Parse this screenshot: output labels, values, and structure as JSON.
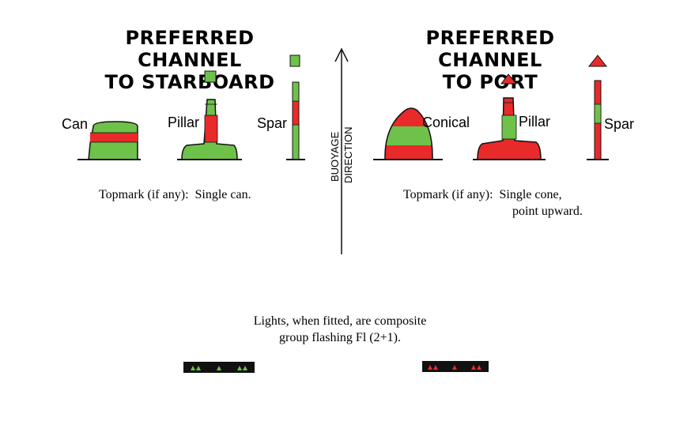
{
  "left_panel": {
    "title_line1": "PREFERRED CHANNEL",
    "title_line2": "TO STARBOARD",
    "label_can": "Can",
    "label_pillar": "Pillar",
    "label_spar": "Spar",
    "topmark": "Topmark (if any):  Single can."
  },
  "right_panel": {
    "title_line1": "PREFERRED CHANNEL",
    "title_line2": "TO PORT",
    "label_conical": "Conical",
    "label_pillar": "Pillar",
    "label_spar": "Spar",
    "topmark_line1": "Topmark (if any):  Single cone,",
    "topmark_line2": "point upward."
  },
  "axis": {
    "line1": "BUOYAGE",
    "line2": "DIRECTION"
  },
  "lights": {
    "line1": "Lights, when fitted, are composite",
    "line2": "group flashing Fl (2+1)."
  },
  "colors": {
    "green": "#6ec24a",
    "red": "#e82a2a",
    "black": "#111111"
  }
}
